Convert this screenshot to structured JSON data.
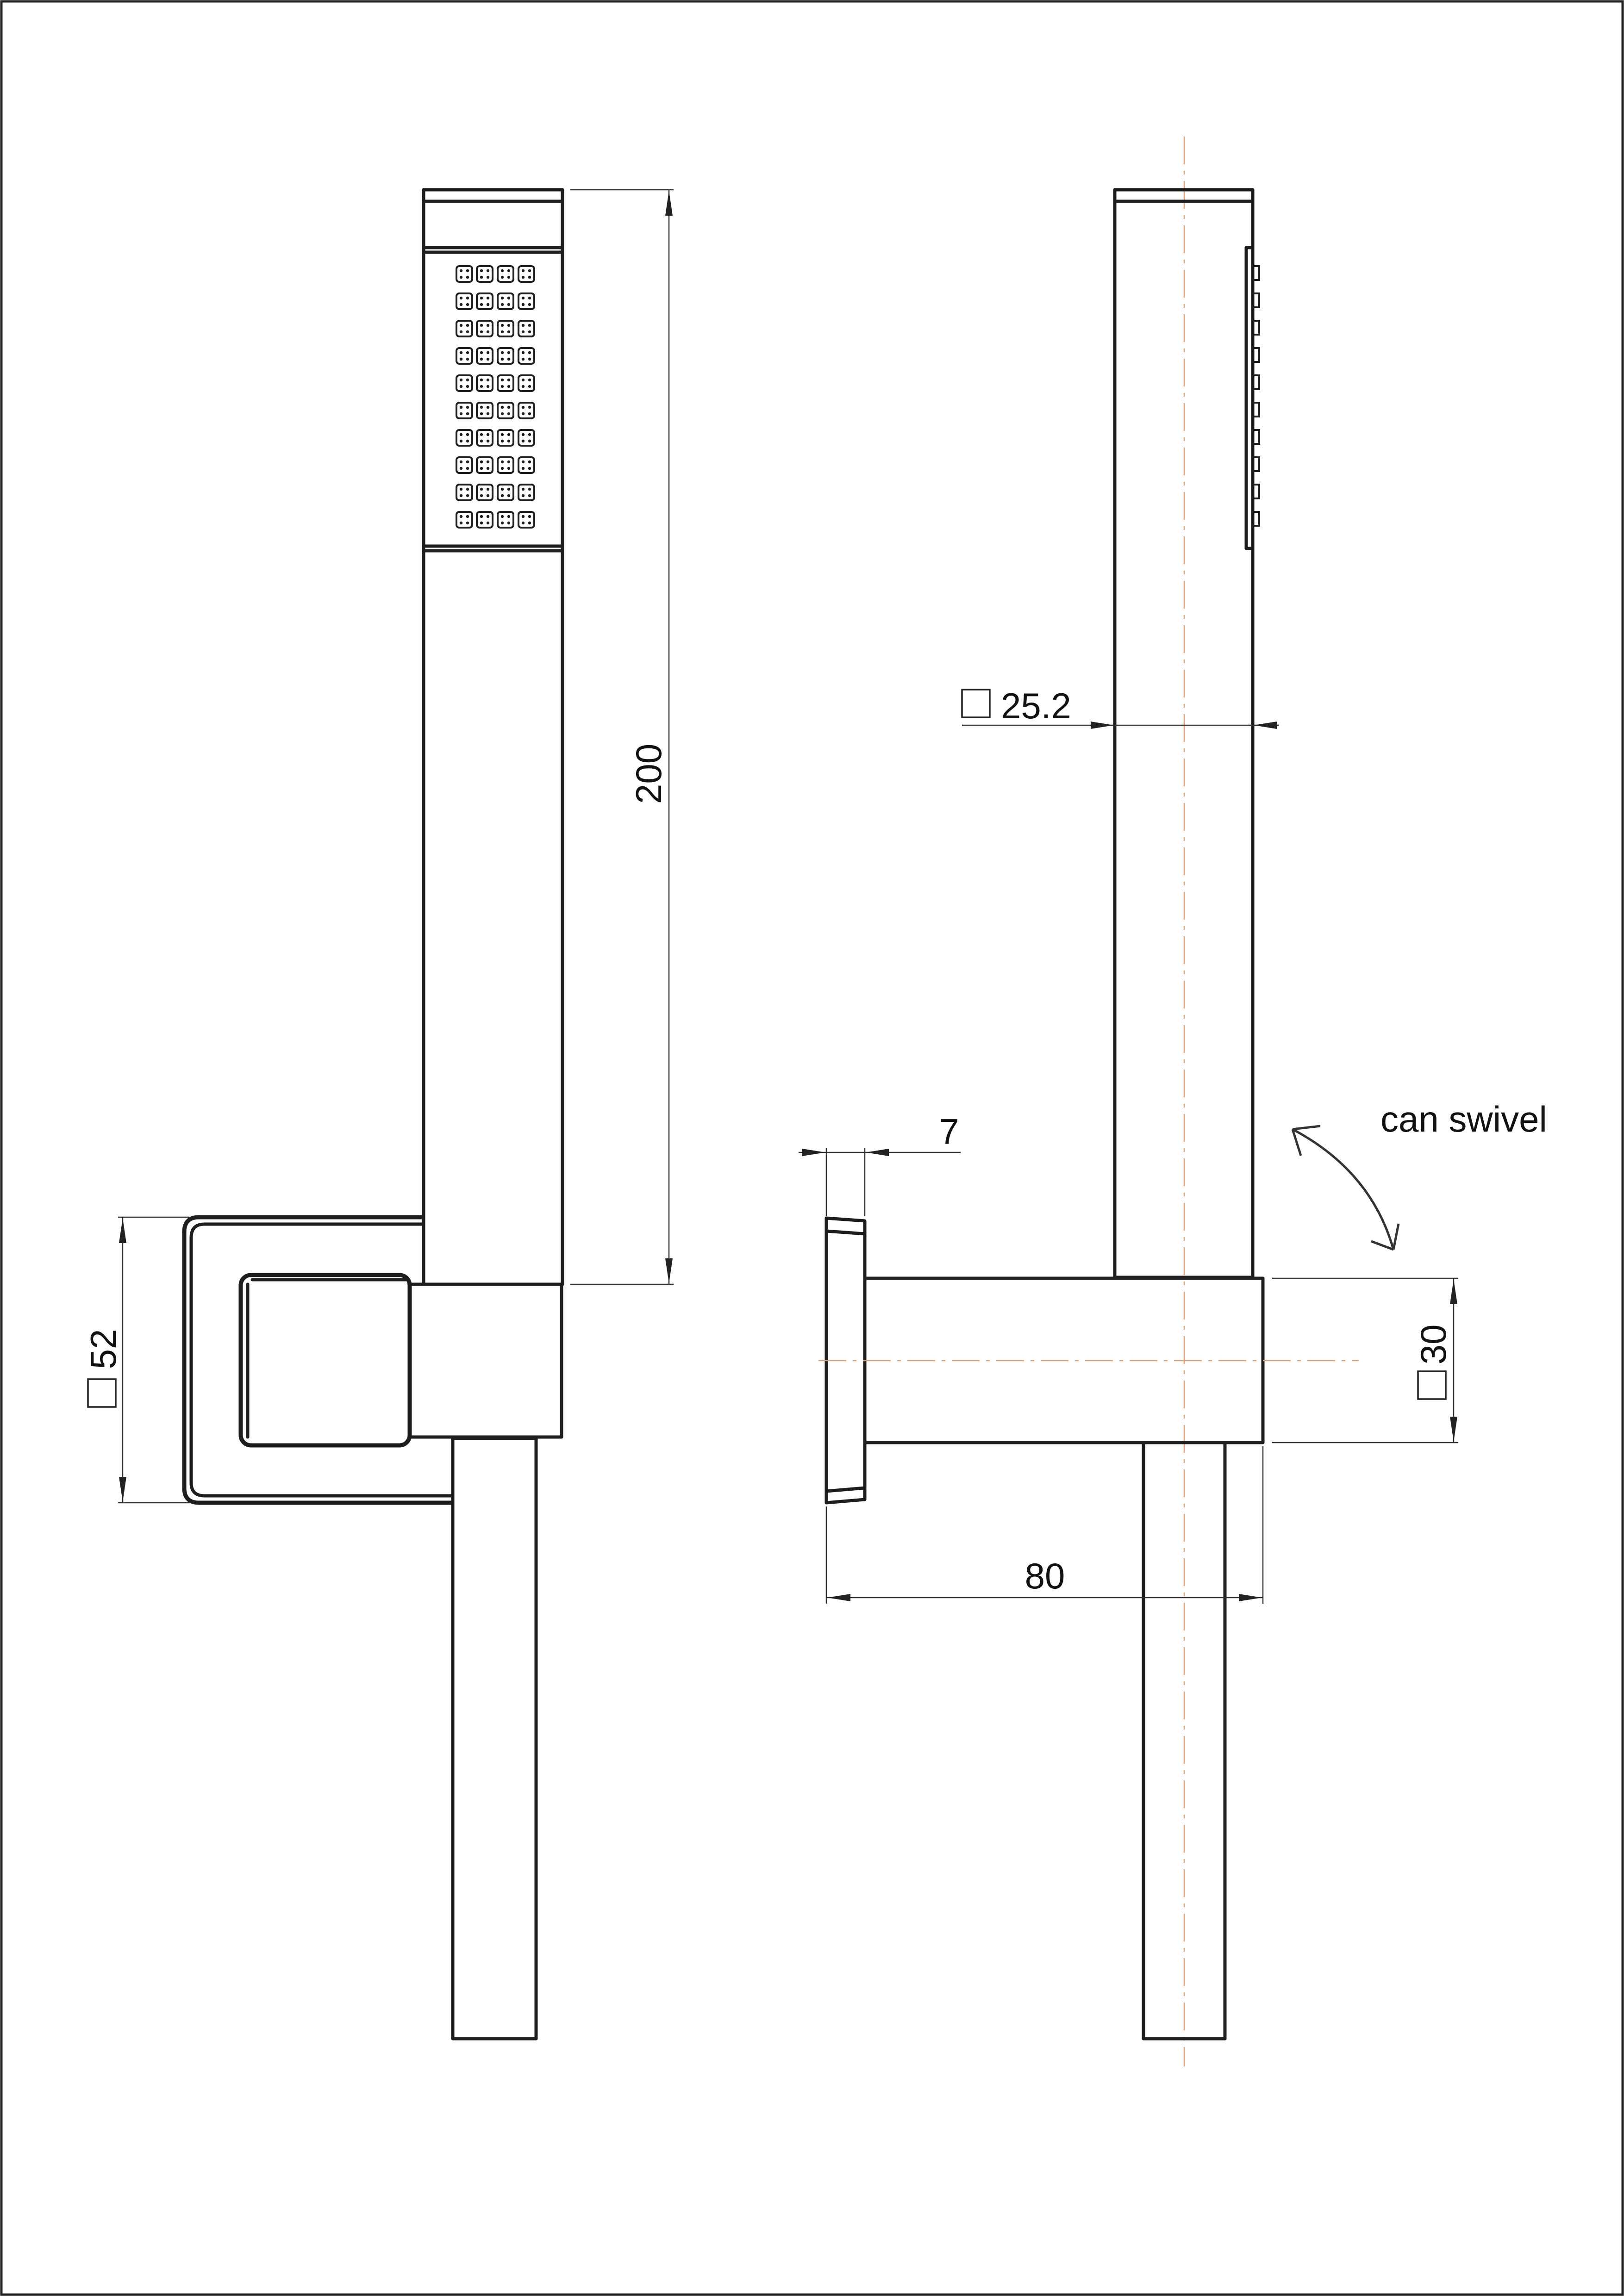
{
  "dimensions": {
    "handset_length": "200",
    "handset_section": "25.2",
    "wall_plate_size": "52",
    "arm_size": "30",
    "plate_thickness": "7",
    "projection": "80"
  },
  "annotations": {
    "swivel_note": "can swivel"
  },
  "colors": {
    "outline": "#1e1e1e",
    "centerline": "#d9a17c",
    "background": "#ffffff"
  }
}
